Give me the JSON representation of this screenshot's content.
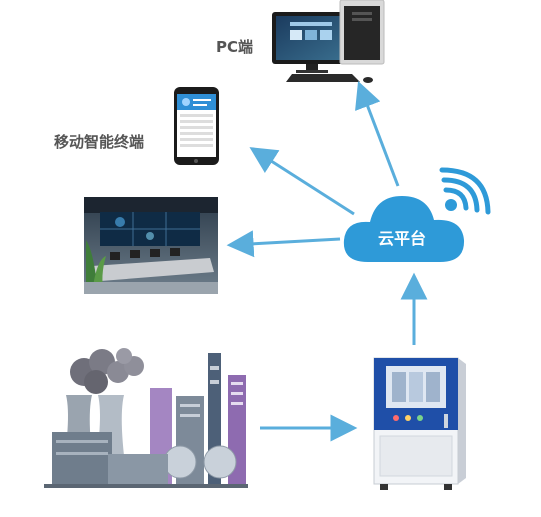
{
  "labels": {
    "pc": "PC端",
    "mobile": "移动智能终端",
    "cloud": "云平台"
  },
  "colors": {
    "arrow": "#5aaedc",
    "cloud": "#2e9ad8",
    "cloud_text": "#ffffff",
    "label_text": "#555555",
    "cabinet_blue": "#1f4fa8",
    "factory_purple": "#8e6bb0",
    "factory_gray": "#7d8a99",
    "smoke": "#6f6f7a"
  },
  "icons": [
    "desktop-computer-icon",
    "smartphone-icon",
    "control-room-image",
    "cloud-icon",
    "wifi-signal-icon",
    "monitoring-cabinet-icon",
    "factory-icon"
  ]
}
